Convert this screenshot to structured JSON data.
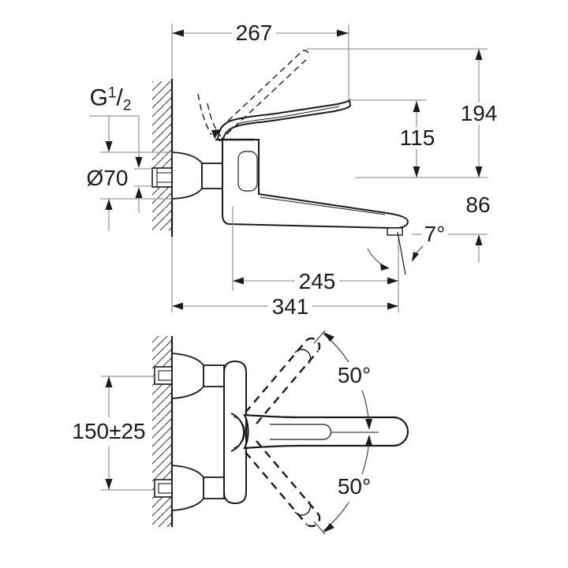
{
  "drawing": {
    "title": "Wall-mounted single-lever mixer — dimensional drawing, side view and plan view",
    "colors": {
      "object_line": "#1b1b1b",
      "dimension_line": "#999999",
      "background": "#ffffff"
    },
    "dimensions": {
      "lever_reach_top": "267",
      "height_overall": "194",
      "height_lever_tip": "115",
      "spout_drop": "86",
      "spout_outlet_angle": "7°",
      "spout_reach": "245",
      "overall_reach": "341",
      "flange_diameter": "Ø70",
      "inlet_spacing": "150±25",
      "lever_swing_up": "50°",
      "lever_swing_down": "50°",
      "thread": {
        "prefix": "G",
        "numerator": "1",
        "slash": "/",
        "denominator": "2"
      }
    }
  }
}
